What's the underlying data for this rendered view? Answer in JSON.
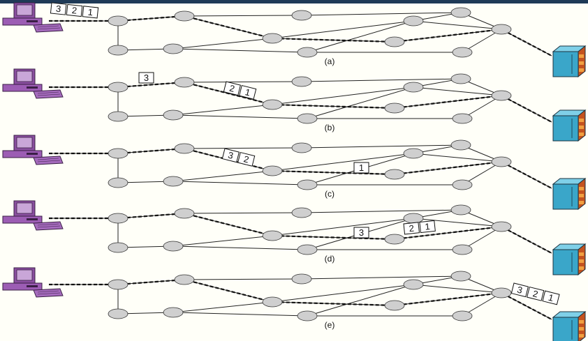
{
  "captions": [
    "(a)",
    "(b)",
    "(c)",
    "(d)",
    "(e)"
  ],
  "packet_labels": [
    "3",
    "2",
    "1"
  ],
  "colors": {
    "node_fill": "#cfcfcf",
    "background": "#fffff8",
    "title_bar": "#1f3a57",
    "computer": "#8a4fa0",
    "server_top": "#3aa6c9",
    "server_front": "#c4521e"
  },
  "icons": {
    "source": "desktop-computer-icon",
    "destination": "server-icon"
  }
}
